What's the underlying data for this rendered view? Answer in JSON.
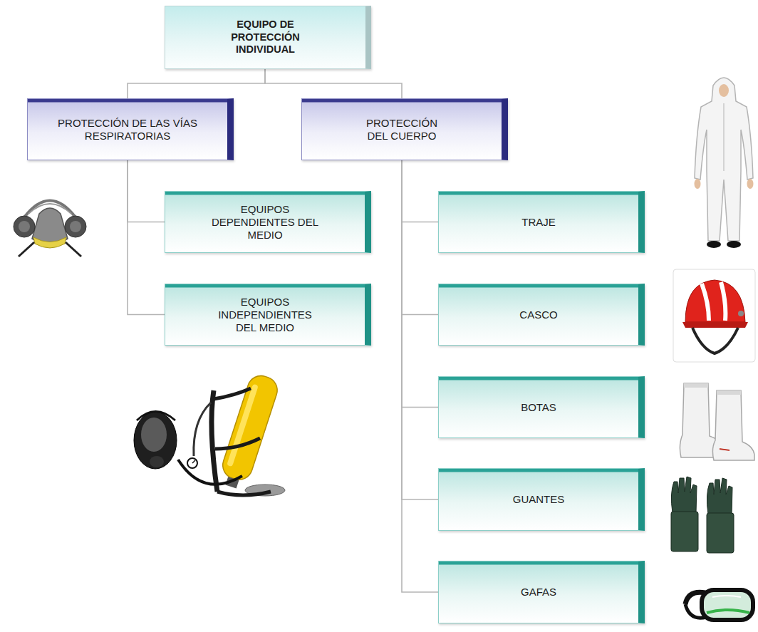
{
  "diagram": {
    "nodes": [
      {
        "text": [
          "EQUIPO DE PROTECCIÓN INDIVIDUAL"
        ]
      },
      {
        "text": [
          "PROTECCIÓN DE LAS VÍAS RESPIRATORIAS"
        ]
      },
      {
        "text": [
          "PROTECCIÓN DEL CUERPO"
        ]
      },
      {
        "text": [
          "EQUIPOS DEPENDIENTES DEL MEDIO"
        ]
      },
      {
        "text": [
          "EQUIPOS INDEPENDIENTES DEL MEDIO"
        ]
      },
      {
        "text": [
          "TRAJE"
        ]
      },
      {
        "text": [
          "CASCO"
        ]
      },
      {
        "text": [
          "BOTAS"
        ]
      },
      {
        "text": [
          "GUANTES"
        ]
      },
      {
        "text": [
          "GAFAS"
        ]
      }
    ],
    "edges": [
      {
        "from": 0,
        "to": 1,
        "arrow": "none"
      },
      {
        "from": 0,
        "to": 2,
        "arrow": "none"
      },
      {
        "from": 1,
        "to": 3,
        "arrow": "none"
      },
      {
        "from": 1,
        "to": 4,
        "arrow": "none"
      },
      {
        "from": 2,
        "to": 5,
        "arrow": "none"
      },
      {
        "from": 2,
        "to": 6,
        "arrow": "none"
      },
      {
        "from": 2,
        "to": 7,
        "arrow": "none"
      },
      {
        "from": 2,
        "to": 8,
        "arrow": "none"
      },
      {
        "from": 2,
        "to": 9,
        "arrow": "none"
      }
    ]
  }
}
